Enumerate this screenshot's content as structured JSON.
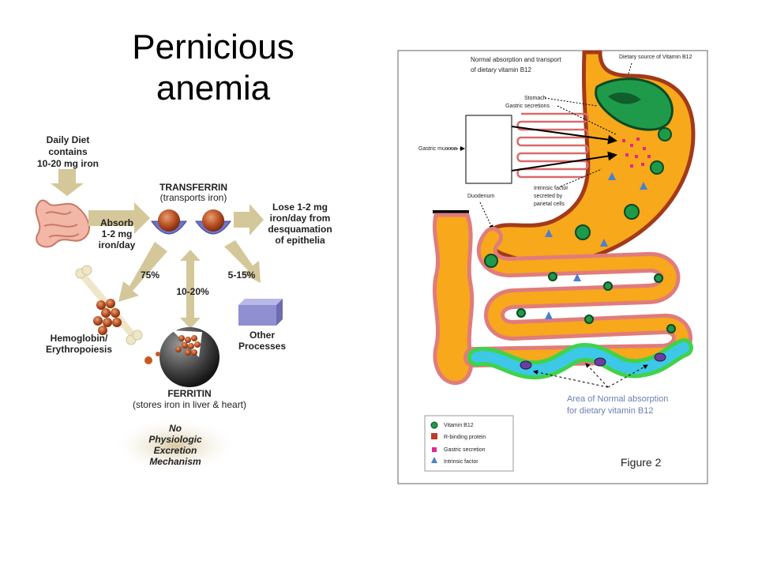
{
  "slide": {
    "title_line1": "Pernicious",
    "title_line2": "anemia"
  },
  "iron_diagram": {
    "diet": [
      "Daily Diet",
      "contains",
      "10-20 mg iron"
    ],
    "absorb": [
      "Absorb",
      "1-2 mg",
      "iron/day"
    ],
    "transferrin": [
      "TRANSFERRIN",
      "(transports iron)"
    ],
    "lose": [
      "Lose 1-2 mg",
      "iron/day from",
      "desquamation",
      "of epithelia"
    ],
    "pct_75": "75%",
    "pct_10_20": "10-20%",
    "pct_5_15": "5-15%",
    "hemoglobin": [
      "Hemoglobin/",
      "Erythropoiesis"
    ],
    "other": [
      "Other",
      "Processes"
    ],
    "ferritin": [
      "FERRITIN",
      "(stores iron in liver & heart)"
    ],
    "no_excretion": [
      "No",
      "Physiologic",
      "Excretion",
      "Mechanism"
    ]
  },
  "b12_figure": {
    "title": [
      "Normal absorption and transport",
      "of dietary vitamin B12"
    ],
    "dietary_source": "Dietary source of Vitamin B12",
    "stomach": "Stomach",
    "gastric_secretions": "Gastric secretions",
    "gastric_mucosa": "Gastric mucosa",
    "duodenum": "Duodenum",
    "intrinsic_factor": [
      "Intrinsic factor",
      "secreted by",
      "parietal cells"
    ],
    "area_normal": [
      "Area of Normal absorption",
      "for dietary vitamin B12"
    ],
    "figure_label": "Figure 2",
    "legend": [
      "Vitamin B12",
      "R-binding protein",
      "Gastric secretion",
      "Intrinsic factor"
    ]
  },
  "colors": {
    "arrow_gold": "#d4c79a",
    "iron_text": "#222222",
    "stomach_fill": "#f7a81b",
    "gut_wall": "#e07c7c",
    "absorption_zone": "#3cc8e6",
    "absorption_edge": "#41d24a",
    "area_text": "#6a7fb5"
  }
}
